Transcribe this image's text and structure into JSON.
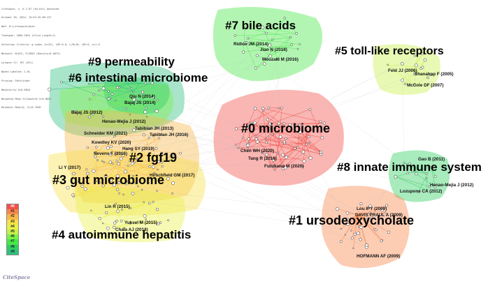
{
  "metadata_lines": [
    "CiteSpace, v. 6.2.R7 (64-bit) Advanced",
    "October 30, 2024, 10:52:35 AM CST",
    "WoS: D:\\citespace\\data",
    "Timespan: 2004-2024 (Slice Length=1)",
    "Selection Criteria: g-index (k=25), LRF=3.0, L/N=10, LBY=5, e=1.0",
    "Network: N=874, E=2855 (Density=0.0075)",
    "Largest CC: 767 (87%)",
    "Nodes Labeled: 1.0%",
    "Pruning: Pathfinder",
    "Modularity Q=0.6810",
    "Weighted Mean Silhouette S=0.8661",
    "Harmonic Mean(Q, S)=0.7628"
  ],
  "legend_items": [
    "#0",
    "#1",
    "#2",
    "#3",
    "#4",
    "#5",
    "#6",
    "#7",
    "#8",
    "#9"
  ],
  "colors": {
    "c0": "#f2504a",
    "c1": "#f7864a",
    "c2": "#f8b84a",
    "c3": "#f8e04a",
    "c4": "#e8f04a",
    "c5": "#c8f04a",
    "c6": "#7ef04a",
    "c7": "#48e848",
    "c8": "#30d060",
    "c9": "#30c080"
  },
  "logo": "CiteSpace",
  "clusters": [
    {
      "id": "c7",
      "label": "#7 bile acids"
    },
    {
      "id": "c5",
      "label": "#5 toll-like receptors"
    },
    {
      "id": "c9",
      "label": "#9 permeability"
    },
    {
      "id": "c6",
      "label": "#6 intestinal microbiome"
    },
    {
      "id": "c0",
      "label": "#0 microbiome"
    },
    {
      "id": "c2",
      "label": "#2 fgf19"
    },
    {
      "id": "c8",
      "label": "#8 innate immune system"
    },
    {
      "id": "c3",
      "label": "#3 gut microbiome"
    },
    {
      "id": "c1",
      "label": "#1 ursodeoxycholate"
    },
    {
      "id": "c4",
      "label": "#4 autoimmune hepatitis"
    }
  ],
  "authors": [
    {
      "label": "Ridlon JM (2014)"
    },
    {
      "label": "Jiao N (2018)"
    },
    {
      "label": "Mouzaki M (2016)"
    },
    {
      "label": "Feld JJ (2006)"
    },
    {
      "label": "Shanabap F (2005)"
    },
    {
      "label": "McCole DF (2007)"
    },
    {
      "label": "Qiu N (2014)"
    },
    {
      "label": "Bajaj JS (2014)"
    },
    {
      "label": "Bajaj JS (2012)"
    },
    {
      "label": "Henao-Mejia J (2012)"
    },
    {
      "label": "Tabibian JH (2013)"
    },
    {
      "label": "Schneider KM (2021)"
    },
    {
      "label": "Tabibian JH (2016)"
    },
    {
      "label": "Kowdley KV (2020)"
    },
    {
      "label": "Hang SY (2019)"
    },
    {
      "label": "Nevens F (2016)"
    },
    {
      "label": "Li Y (2017)"
    },
    {
      "label": "Chen WH (2020)"
    },
    {
      "label": "Tang R (2018)"
    },
    {
      "label": "Furukawa M (2020)"
    },
    {
      "label": "Gao B (2011)"
    },
    {
      "label": "Henao-Mejia J (2012)"
    },
    {
      "label": "Lozupone CA (2012)"
    },
    {
      "label": "Hirschfield GM (2017)"
    },
    {
      "label": "Lin R (2015)"
    },
    {
      "label": "Lou IPY (2009)"
    },
    {
      "label": "DAVIS PRAUL A (2009)"
    },
    {
      "label": "Yuksel M (2015)"
    },
    {
      "label": "Chaia AJ (2018)"
    },
    {
      "label": "HOFMANN AF (2009)"
    }
  ]
}
